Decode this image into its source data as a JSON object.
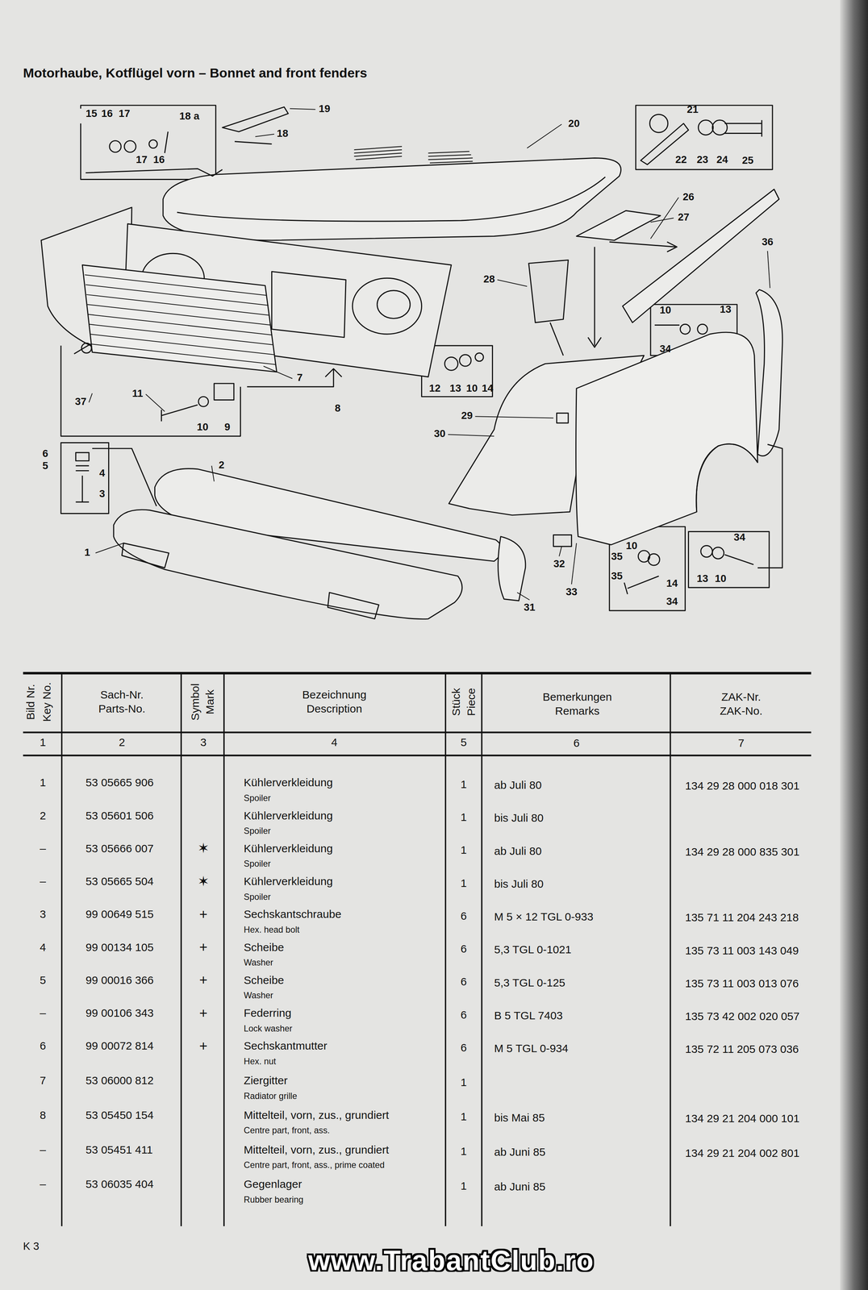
{
  "diagram": {
    "title": "Motorhaube, Kotflügel vorn – Bonnet and front fenders",
    "labels": [
      "15",
      "16",
      "17",
      "18 a",
      "19",
      "18",
      "17",
      "16",
      "20",
      "21",
      "22",
      "23",
      "24",
      "25",
      "26",
      "27",
      "36",
      "28",
      "10",
      "13",
      "34",
      "37",
      "11",
      "10",
      "9",
      "7",
      "8",
      "12",
      "13",
      "10",
      "14",
      "29",
      "30",
      "6",
      "5",
      "4",
      "3",
      "2",
      "1",
      "32",
      "33",
      "31",
      "10",
      "35",
      "14",
      "35",
      "34",
      "34",
      "13",
      "10",
      "Bild Nr.",
      "Key No.",
      "Sach-Nr.",
      "Parts-No.",
      "Symbol",
      "Mark",
      "Bezeichnung",
      "Description",
      "Stück",
      "Piece",
      "Bemerkungen",
      "Remarks",
      "ZAK-Nr.",
      "ZAK-No.",
      "1",
      "2",
      "3",
      "4",
      "5",
      "6",
      "7",
      "1",
      "53 05665 906",
      "Kühlerverkleidung",
      "Spoiler",
      "1",
      "ab Juli 80",
      "134 29 28 000 018 301",
      "2",
      "53 05601 506",
      "Kühlerverkleidung",
      "Spoiler",
      "1",
      "bis Juli 80",
      "–",
      "53 05666 007",
      "✶",
      "Kühlerverkleidung",
      "Spoiler",
      "1",
      "ab Juli 80",
      "134 29 28 000 835 301",
      "–",
      "53 05665 504",
      "✶",
      "Kühlerverkleidung",
      "Spoiler",
      "1",
      "bis Juli 80",
      "3",
      "99 00649 515",
      "+",
      "Sechskantschraube",
      "Hex. head bolt",
      "6",
      "M 5 × 12 TGL 0-933",
      "135 71 11 204 243 218",
      "4",
      "99 00134 105",
      "+",
      "Scheibe",
      "Washer",
      "6",
      "5,3 TGL 0-1021",
      "135 73 11 003 143 049",
      "5",
      "99 00016 366",
      "+",
      "Scheibe",
      "Washer",
      "6",
      "5,3 TGL 0-125",
      "135 73 11 003 013 076",
      "–",
      "99 00106 343",
      "+",
      "Federring",
      "Lock washer",
      "6",
      "B 5 TGL 7403",
      "135 73 42 002 020 057",
      "6",
      "99 00072 814",
      "+",
      "Sechskantmutter",
      "Hex. nut",
      "6",
      "M 5 TGL 0-934",
      "135 72 11 205 073 036",
      "7",
      "53 06000 812",
      "Ziergitter",
      "Radiator grille",
      "1",
      "8",
      "53 05450 154",
      "Mittelteil, vorn, zus., grundiert",
      "Centre part, front, ass.",
      "1",
      "bis Mai 85",
      "134 29 21 204 000 101",
      "–",
      "53 05451 411",
      "Mittelteil, vorn, zus., grundiert",
      "Centre part, front, ass., prime coated",
      "1",
      "ab Juni 85",
      "134 29 21 204 002 801",
      "–",
      "53 06035 404",
      "Gegenlager",
      "Rubber bearing",
      "1",
      "ab Juni 85",
      "K 3",
      "www.TrabantClub.ro"
    ]
  }
}
